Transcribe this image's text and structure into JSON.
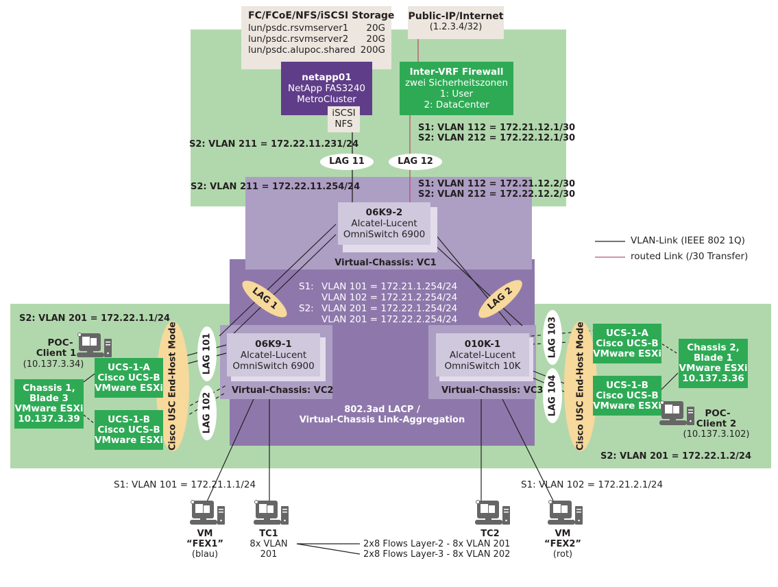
{
  "storage": {
    "title": "FC/FCoE/NFS/iSCSI Storage",
    "luns": [
      {
        "name": "lun/psdc.rsvmserver1",
        "size": "20G"
      },
      {
        "name": "lun/psdc.rsvmserver2",
        "size": "20G"
      },
      {
        "name": "lun/psdc.alupoc.shared",
        "size": "200G"
      }
    ]
  },
  "netapp": {
    "name": "netapp01",
    "model": "NetApp FAS3240",
    "type": "MetroCluster",
    "protocols": [
      "iSCSI",
      "NFS"
    ]
  },
  "internet": {
    "title": "Public-IP/Internet",
    "address": "(1.2.3.4/32)"
  },
  "firewall": {
    "title": "Inter-VRF Firewall",
    "lines": [
      "zwei Sicherheitszonen",
      "1: User",
      "2: DataCenter"
    ]
  },
  "labels": {
    "fw_vlan_s1": "S1: VLAN 112 = 172.21.12.1/30",
    "fw_vlan_s2": "S2: VLAN 212 = 172.22.12.1/30",
    "netapp_vlan": "S2: VLAN 211 = 172.22.11.231/24",
    "vc1_vlan211": "S2: VLAN 211 = 172.22.11.254/24",
    "vc1_vlan_s1": "S1: VLAN 112 = 172.21.12.2/30",
    "vc1_vlan_s2": "S2: VLAN 212 = 172.22.12.2/30",
    "left_s2": "S2: VLAN 201 = 172.22.1.1/24",
    "right_s2": "S2: VLAN 201 = 172.22.1.2/24",
    "fex1_vlan": "S1: VLAN 101 = 172.21.1.1/24",
    "fex2_vlan": "S1: VLAN 102 = 172.21.2.1/24",
    "core_lacp_1": "802.3ad LACP /",
    "core_lacp_2": "Virtual-Chassis Link-Aggregation",
    "core_vlans": [
      {
        "prefix": "S1:",
        "text": "VLAN 101 = 172.21.1.254/24"
      },
      {
        "prefix": "",
        "text": "VLAN 102 = 172.21.2.254/24"
      },
      {
        "prefix": "S2:",
        "text": "VLAN 201 = 172.22.1.254/24"
      },
      {
        "prefix": "",
        "text": "VLAN 201 = 172.22.2.254/24"
      }
    ]
  },
  "lags": {
    "lag11": "LAG 11",
    "lag12": "LAG 12",
    "lag1": "LAG 1",
    "lag2": "LAG 2",
    "lag101": "LAG 101",
    "lag102": "LAG 102",
    "lag103": "LAG 103",
    "lag104": "LAG 104"
  },
  "switches": {
    "vc1": {
      "name": "06K9-2",
      "vendor": "Alcatel-Lucent",
      "model": "OmniSwitch 6900",
      "chassis": "Virtual-Chassis: VC1"
    },
    "vc2": {
      "name": "06K9-1",
      "vendor": "Alcatel-Lucent",
      "model": "OmniSwitch 6900",
      "chassis": "Virtual-Chassis: VC2"
    },
    "vc3": {
      "name": "010K-1",
      "vendor": "Alcatel-Lucent",
      "model": "OmniSwitch 10K",
      "chassis": "Virtual-Chassis: VC3"
    }
  },
  "end_host_mode": "Cisco USC End-Host Mode",
  "ucs": {
    "left_a": [
      "UCS-1-A",
      "Cisco UCS-B",
      "VMware ESXi"
    ],
    "left_b": [
      "UCS-1-B",
      "Cisco UCS-B",
      "VMware ESXi"
    ],
    "right_a": [
      "UCS-1-A",
      "Cisco UCS-B",
      "VMware ESXi"
    ],
    "right_b": [
      "UCS-1-B",
      "Cisco UCS-B",
      "VMware ESXi"
    ]
  },
  "chassis": {
    "left": [
      "Chassis 1,",
      "Blade 3",
      "VMware ESXi",
      "10.137.3.39"
    ],
    "right": [
      "Chassis 2,",
      "Blade 1",
      "VMware ESXi",
      "10.137.3.36"
    ]
  },
  "clients": {
    "poc1": {
      "line1": "POC-",
      "line2": "Client 1",
      "ip": "(10.137.3.34)"
    },
    "poc2": {
      "line1": "POC-",
      "line2": "Client 2",
      "ip": "(10.137.3.102)"
    },
    "fex1": {
      "line1": "VM",
      "line2": "“FEX1”",
      "line3": "(blau)"
    },
    "tc1": {
      "line1": "TC1",
      "line2": "8x VLAN",
      "line3": "201"
    },
    "tc2": {
      "line1": "TC2"
    },
    "fex2": {
      "line1": "VM",
      "line2": "“FEX2”",
      "line3": "(rot)"
    }
  },
  "flows": [
    "2x8 Flows Layer-2 - 8x VLAN 201",
    "2x8 Flows Layer-3 - 8x VLAN 202"
  ],
  "legend": [
    {
      "label": "VLAN-Link (IEEE 802 1Q)",
      "color": "#231f20"
    },
    {
      "label": "routed Link (/30 Transfer)",
      "color": "#b5536f"
    }
  ],
  "colors": {
    "green_zone": "#b1d8ad",
    "green_box": "#2eaa55",
    "purple_core": "#8e78ab",
    "purple_vc": "#ad9ec4",
    "netapp": "#5f3d88",
    "lag_oval_orange": "#f7d99c",
    "routed_link": "#b5536f"
  }
}
